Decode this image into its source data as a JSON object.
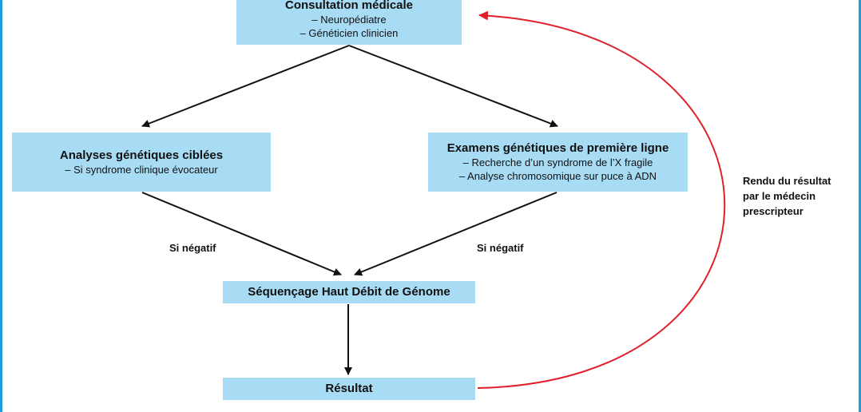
{
  "consultation": {
    "title": "Consultation médicale",
    "items": [
      "– Neuropédiatre",
      "– Généticien clinicien"
    ]
  },
  "targeted": {
    "title": "Analyses génétiques ciblées",
    "items": [
      "– Si syndrome clinique évocateur"
    ]
  },
  "first_line": {
    "title": "Examens génétiques de première ligne",
    "items": [
      "– Recherche d’un syndrome de l’X fragile",
      "– Analyse chromosomique sur puce à ADN"
    ]
  },
  "negative_left": "Si négatif",
  "negative_right": "Si négatif",
  "sequencing": {
    "title": "Séquençage Haut Débit de Génome"
  },
  "result": {
    "title": "Résultat"
  },
  "return_label": [
    "Rendu du résultat",
    "par le médecin",
    "prescripteur"
  ],
  "colors": {
    "box_fill": "#a8dcf5",
    "arrow": "#111111",
    "return_arrow": "#e0202a",
    "frame": "#1f9fd8"
  }
}
